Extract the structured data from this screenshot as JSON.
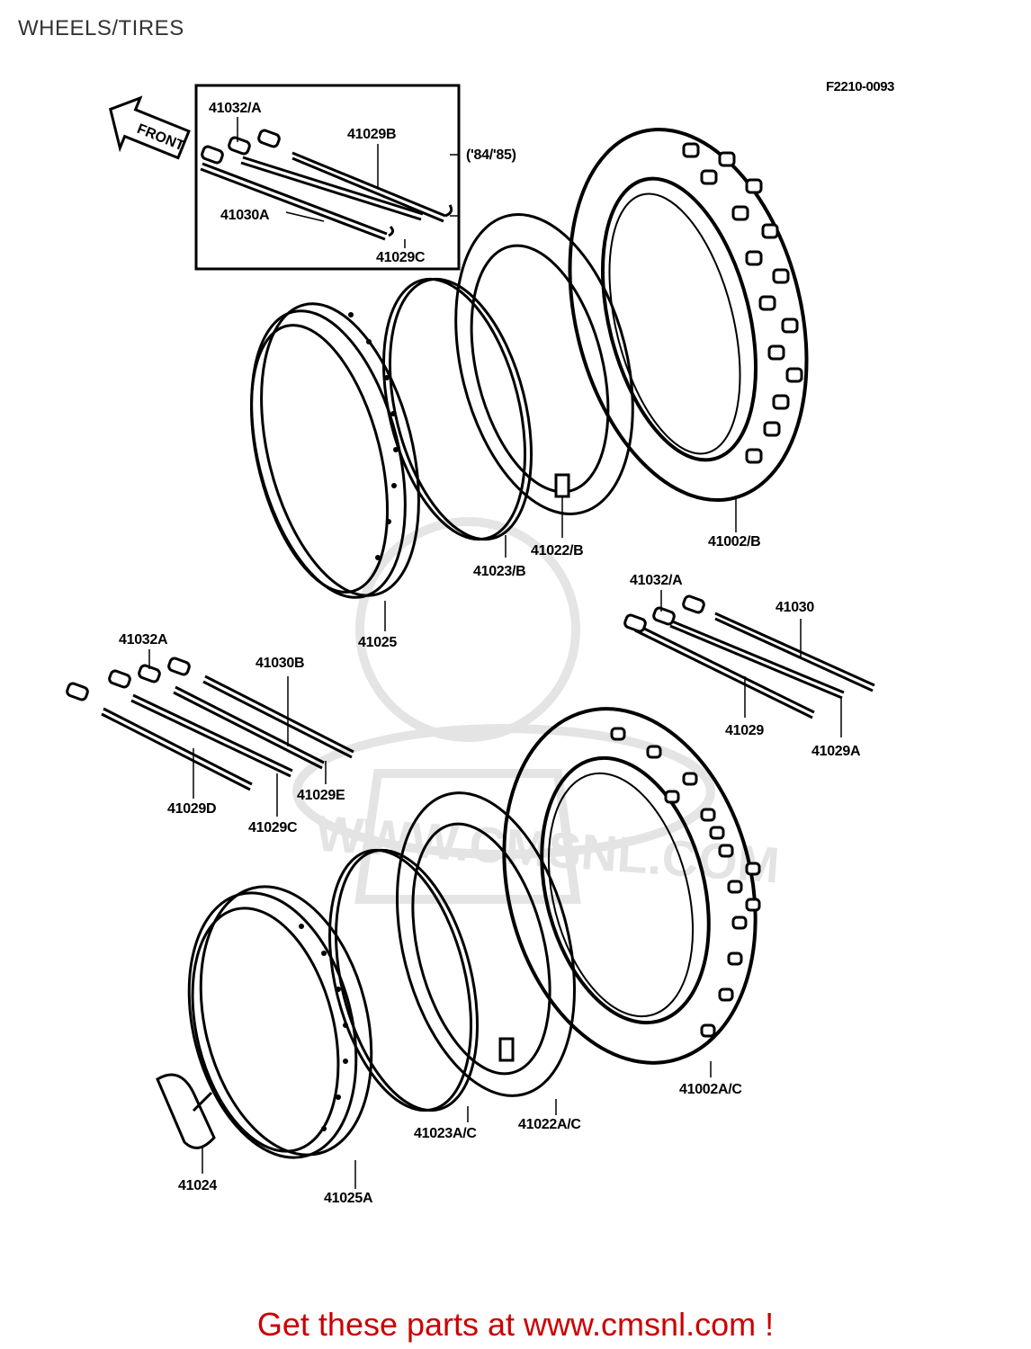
{
  "header": {
    "title": "WHEELS/TIRES",
    "diagram_code": "F2210-0093"
  },
  "front_arrow": {
    "label": "FRONT"
  },
  "inset": {
    "year_note": "('84/'85)"
  },
  "watermark": {
    "text": "WWW.CMSNL.COM"
  },
  "parts": {
    "p41032A_top": "41032/A",
    "p41029B": "41029B",
    "p41030A": "41030A",
    "p41029C_top": "41029C",
    "p41022B": "41022/B",
    "p41023B": "41023/B",
    "p41002B": "41002/B",
    "p41025": "41025",
    "p41032A_mid": "41032/A",
    "p41030": "41030",
    "p41029": "41029",
    "p41029A": "41029A",
    "p41032A_left": "41032A",
    "p41030B": "41030B",
    "p41029D": "41029D",
    "p41029C_bot": "41029C",
    "p41029E": "41029E",
    "p41002AC": "41002A/C",
    "p41023AC": "41023A/C",
    "p41022AC": "41022A/C",
    "p41024": "41024",
    "p41025A": "41025A"
  },
  "footer": {
    "text": "Get these parts at www.cmsnl.com !"
  }
}
